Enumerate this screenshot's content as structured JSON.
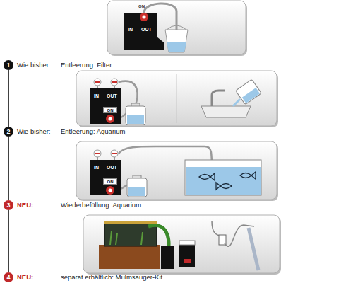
{
  "diagram": {
    "nodes": [
      {
        "text": [
          "IN",
          "OUT"
        ]
      },
      {
        "text": [
          "1"
        ]
      },
      {
        "text": [
          "IN",
          "OUT"
        ]
      },
      {
        "text": [
          "ON"
        ],
        "in": 2
      },
      {
        "text": [
          "2"
        ]
      },
      {
        "text": [
          "IN",
          "OUT"
        ]
      },
      {
        "text": [
          "ON"
        ],
        "in": 5
      },
      {
        "text": [
          "3"
        ]
      },
      {
        "text": [
          "4"
        ]
      }
    ],
    "edges": [
      {
        "from": 1,
        "to": 4,
        "arrow": "none"
      },
      {
        "from": 4,
        "to": 7,
        "arrow": "none"
      },
      {
        "from": 7,
        "to": 8,
        "arrow": "none"
      }
    ],
    "labels": [
      "ON",
      "Wie bisher:",
      "Entleerung: Filter",
      "Wie bisher:",
      "Entleerung: Aquarium",
      "NEU:",
      "Wiederbefüllung: Aquarium",
      "NEU:",
      "separat erhältlich: Mulmsauger-Kit"
    ]
  }
}
